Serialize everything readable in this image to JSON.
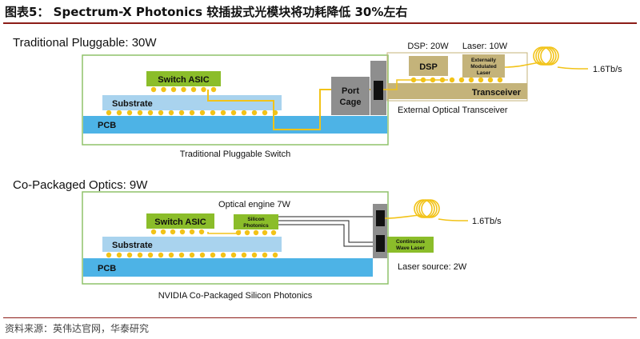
{
  "figure": {
    "title": "图表5： Spectrum-X Photonics 较插拔式光模块将功耗降低 30%左右",
    "source": "资料来源：英伟达官网，华泰研究"
  },
  "traditional": {
    "heading": "Traditional Pluggable: 30W",
    "switch_asic": "Switch ASIC",
    "substrate": "Substrate",
    "pcb": "PCB",
    "port_cage_line1": "Port",
    "port_cage_line2": "Cage",
    "dsp_power": "DSP: 20W",
    "laser_power": "Laser: 10W",
    "dsp": "DSP",
    "ext_laser_line1": "Externally",
    "ext_laser_line2": "Modulated",
    "ext_laser_line3": "Laser",
    "transceiver": "Transceiver",
    "external_transceiver": "External Optical Transceiver",
    "bandwidth": "1.6Tb/s",
    "caption": "Traditional Pluggable Switch"
  },
  "cpo": {
    "heading": "Co-Packaged Optics: 9W",
    "optical_engine": "Optical engine 7W",
    "switch_asic": "Switch ASIC",
    "silicon_line1": "Silicon",
    "silicon_line2": "Photonics",
    "substrate": "Substrate",
    "pcb": "PCB",
    "cw_line1": "Continuous",
    "cw_line2": "Wave Laser",
    "laser_source": "Laser source: 2W",
    "bandwidth": "1.6Tb/s",
    "caption": "NVIDIA Co-Packaged Silicon Photonics"
  },
  "colors": {
    "pcb": "#4db3e6",
    "substrate": "#a9d3ee",
    "chip_green": "#8bbd2a",
    "bump": "#f2c318",
    "trace": "#f2c318",
    "cage": "#8e8e8e",
    "transceiver": "#c4b37a",
    "border_green": "#8fc26a",
    "dark": "#222222"
  }
}
